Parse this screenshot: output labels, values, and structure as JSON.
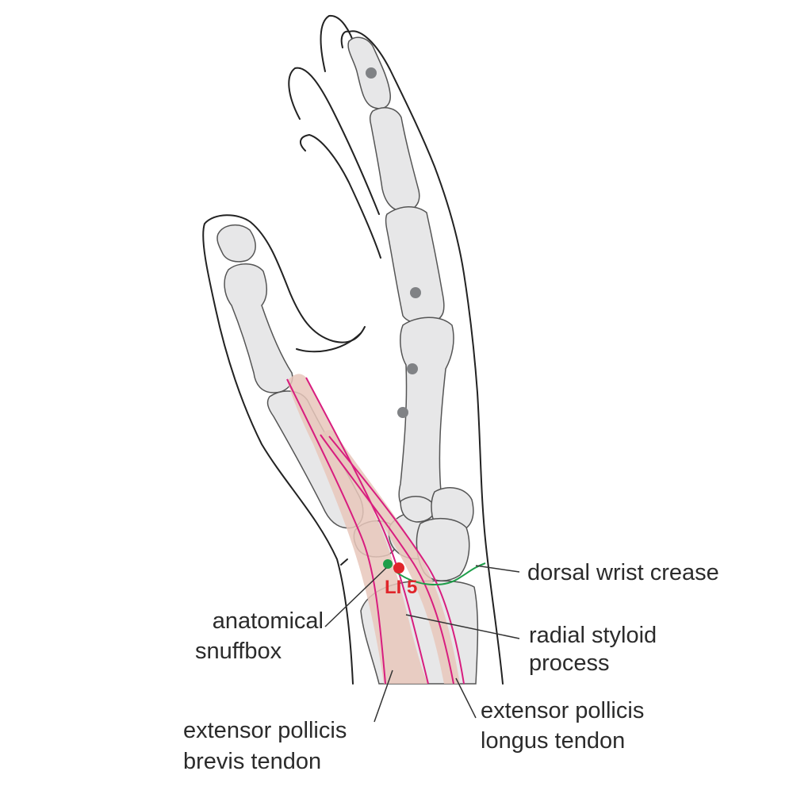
{
  "labels": {
    "dorsal_wrist_crease": "dorsal wrist crease",
    "radial_styloid_line1": "radial styloid",
    "radial_styloid_line2": "process",
    "snuffbox_line1": "anatomical",
    "snuffbox_line2": "snuffbox",
    "epb_line1": "extensor pollicis",
    "epb_line2": "brevis tendon",
    "epl_line1": "extensor pollicis",
    "epl_line2": "longus tendon"
  },
  "point": {
    "name": "LI 5"
  },
  "colors": {
    "point": "#e0252b",
    "snuffbox_marker": "#1f9e4a",
    "crease_line": "#1f9e4a",
    "tendon_edges": "#d81d7f",
    "tendon_fill": "#e8c7bb",
    "bone_fill": "#e7e7e8"
  }
}
